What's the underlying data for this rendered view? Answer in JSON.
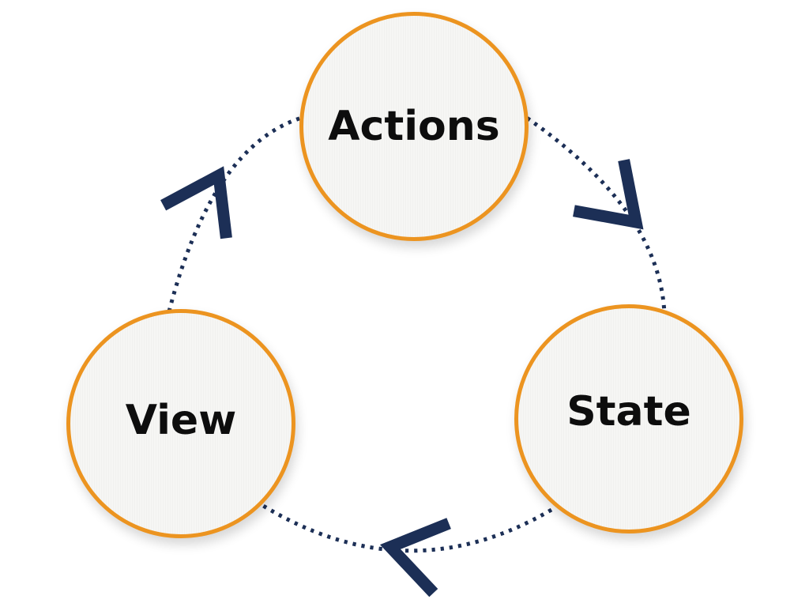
{
  "diagram": {
    "type": "cycle",
    "description": "Unidirectional data-flow cycle with three nodes connected by dotted arcs and chevron arrowheads, clockwise",
    "nodes": [
      {
        "id": "actions",
        "label": "Actions"
      },
      {
        "id": "state",
        "label": "State"
      },
      {
        "id": "view",
        "label": "View"
      }
    ],
    "edges": [
      {
        "from": "actions",
        "to": "state",
        "style": "dotted-arc",
        "arrowhead": "chevron"
      },
      {
        "from": "state",
        "to": "view",
        "style": "dotted-arc",
        "arrowhead": "chevron"
      },
      {
        "from": "view",
        "to": "actions",
        "style": "dotted-arc",
        "arrowhead": "chevron"
      }
    ],
    "colors": {
      "node_border": "#EC9420",
      "node_fill": "#F6F6F4",
      "label_text": "#0D0D0D",
      "connector": "#1C2F56",
      "background": "#FFFFFF"
    }
  }
}
